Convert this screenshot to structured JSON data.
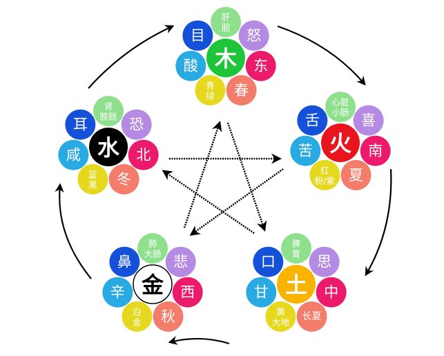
{
  "petal_colors": [
    "#8fe08c",
    "#b58ae2",
    "#ec1a6a",
    "#f47c6b",
    "#e5d81e",
    "#2aaae2",
    "#1450d8"
  ],
  "elements": [
    {
      "id": "wood",
      "label": "木",
      "color": "#1ec53a",
      "text_color": "#ffffff",
      "border": "none",
      "petals": [
        [
          "肝",
          "胆"
        ],
        [
          "怒"
        ],
        [
          "东"
        ],
        [
          "春"
        ],
        [
          "青",
          "绿"
        ],
        [
          "酸"
        ],
        [
          "目"
        ]
      ]
    },
    {
      "id": "fire",
      "label": "火",
      "color": "#e8141e",
      "text_color": "#ffffff",
      "border": "none",
      "petals": [
        [
          "心脏",
          "小肠"
        ],
        [
          "喜"
        ],
        [
          "南"
        ],
        [
          "夏"
        ],
        [
          "红",
          "粉/紫"
        ],
        [
          "苦"
        ],
        [
          "舌"
        ]
      ]
    },
    {
      "id": "earth",
      "label": "土",
      "color": "#f8b400",
      "text_color": "#ffffff",
      "border": "none",
      "petals": [
        [
          "脾",
          "胃"
        ],
        [
          "思"
        ],
        [
          "中"
        ],
        [
          "长夏"
        ],
        [
          "黄",
          "大地"
        ],
        [
          "甘"
        ],
        [
          "口"
        ]
      ]
    },
    {
      "id": "metal",
      "label": "金",
      "color": "#ffffff",
      "text_color": "#000000",
      "border": "#000000",
      "petals": [
        [
          "肺",
          "大肠"
        ],
        [
          "悲"
        ],
        [
          "西"
        ],
        [
          "秋"
        ],
        [
          "白",
          "金"
        ],
        [
          "辛"
        ],
        [
          "鼻"
        ]
      ]
    },
    {
      "id": "water",
      "label": "水",
      "color": "#000000",
      "text_color": "#ffffff",
      "border": "none",
      "petals": [
        [
          "肾",
          "膀胱"
        ],
        [
          "恐"
        ],
        [
          "北"
        ],
        [
          "冬"
        ],
        [
          "蓝",
          "黑"
        ],
        [
          "咸"
        ],
        [
          "耳"
        ]
      ]
    }
  ],
  "generating_cycle": [
    "wood",
    "fire",
    "earth",
    "metal",
    "water"
  ],
  "controlling_cycle": [
    [
      "water",
      "fire"
    ],
    [
      "fire",
      "metal"
    ],
    [
      "metal",
      "wood"
    ],
    [
      "wood",
      "earth"
    ],
    [
      "earth",
      "water"
    ]
  ]
}
